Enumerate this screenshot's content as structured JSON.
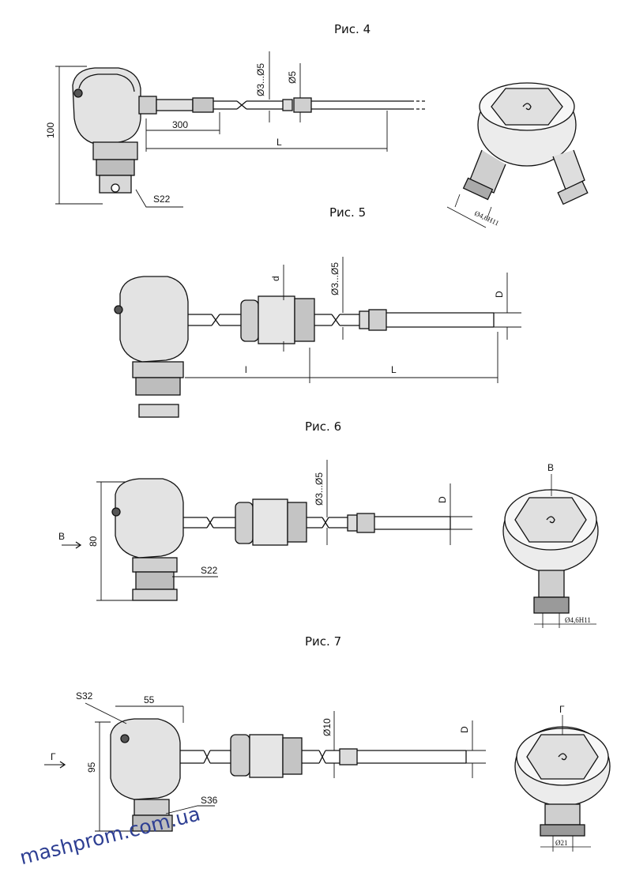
{
  "figures": [
    {
      "title": "Рис. 4",
      "dims": [
        "100",
        "300",
        "L",
        "S22",
        "Ø3...Ø5",
        "Ø5",
        "Ø4,6H11"
      ]
    },
    {
      "title": "Рис. 5",
      "dims": [
        "d",
        "Ø3...Ø5",
        "D",
        "l",
        "L"
      ]
    },
    {
      "title": "Рис. 6",
      "dims": [
        "B",
        "80",
        "S22",
        "Ø3...Ø5",
        "D",
        "B",
        "Ø4,6H11"
      ]
    },
    {
      "title": "Рис. 7",
      "dims": [
        "S32",
        "55",
        "Г",
        "95",
        "S36",
        "Ø10",
        "D",
        "Г",
        "Ø21"
      ]
    }
  ],
  "watermark": "mashprom.com.ua"
}
